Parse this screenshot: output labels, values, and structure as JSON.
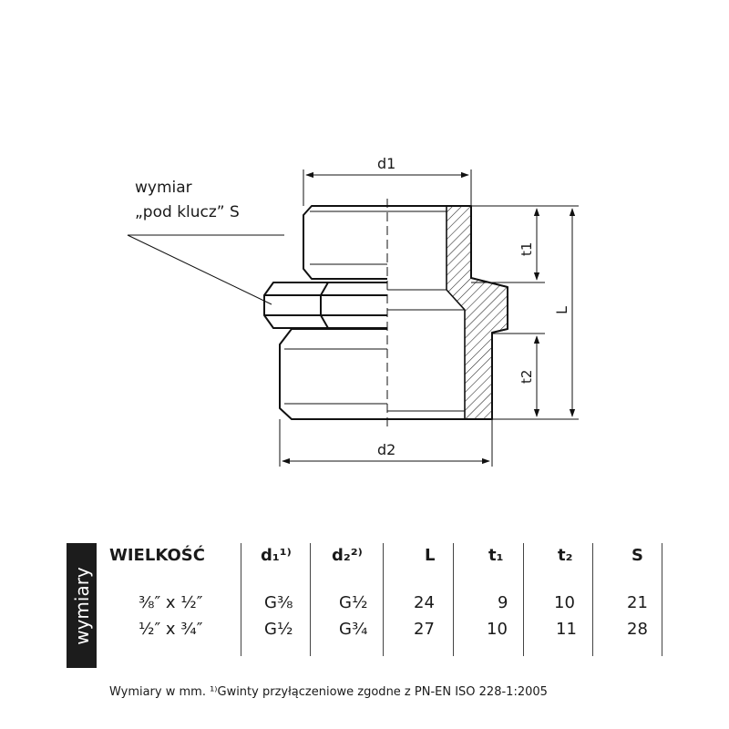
{
  "drawing": {
    "wrench_label_line1": "wymiar",
    "wrench_label_line2": "„pod klucz” S",
    "dim_d1": "d1",
    "dim_d2": "d2",
    "dim_t1": "t1",
    "dim_t2": "t2",
    "dim_L": "L"
  },
  "side_tab": {
    "label": "wymiary"
  },
  "table": {
    "headers": [
      "WIELKOŚĆ",
      "d₁¹⁾",
      "d₂²⁾",
      "L",
      "t₁",
      "t₂",
      "S"
    ],
    "rows": [
      [
        "⅜″ x ½″",
        "G⅜",
        "G½",
        "24",
        "9",
        "10",
        "21"
      ],
      [
        "½″ x ¾″",
        "G½",
        "G¾",
        "27",
        "10",
        "11",
        "28"
      ]
    ]
  },
  "footnote": "Wymiary w mm. ¹⁾Gwinty przyłączeniowe zgodne z PN-EN ISO 228-1:2005"
}
